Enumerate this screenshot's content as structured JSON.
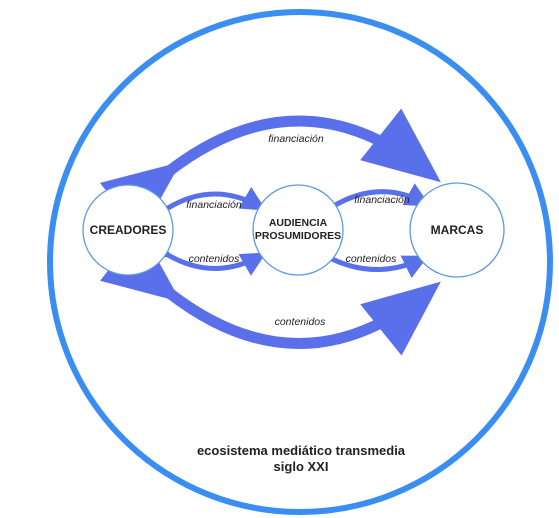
{
  "colors": {
    "outer_ring": "#3a8ef2",
    "node_stroke": "#5b9ae0",
    "arrow": "#5a6fea",
    "text": "#222222"
  },
  "nodes": {
    "creadores": "CREADORES",
    "audiencia_line1": "AUDIENCIA",
    "audiencia_line2": "PROSUMIDORES",
    "marcas": "MARCAS"
  },
  "edges": {
    "top_big": "financiación",
    "left_top": "financiación",
    "right_top": "financiación",
    "left_bottom": "contenidos",
    "right_bottom": "contenidos",
    "bottom_big": "contenidos"
  },
  "caption": {
    "line1": "ecosistema mediático transmedia",
    "line2": "siglo XXI"
  }
}
